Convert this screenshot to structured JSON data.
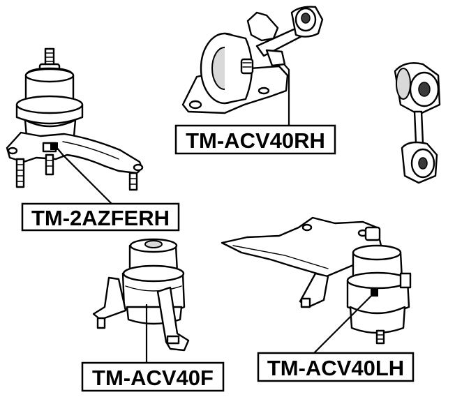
{
  "diagram": {
    "labels": {
      "rh": "TM-ACV40RH",
      "azferh": "TM-2AZFERH",
      "front": "TM-ACV40F",
      "lh": "TM-ACV40LH"
    }
  }
}
